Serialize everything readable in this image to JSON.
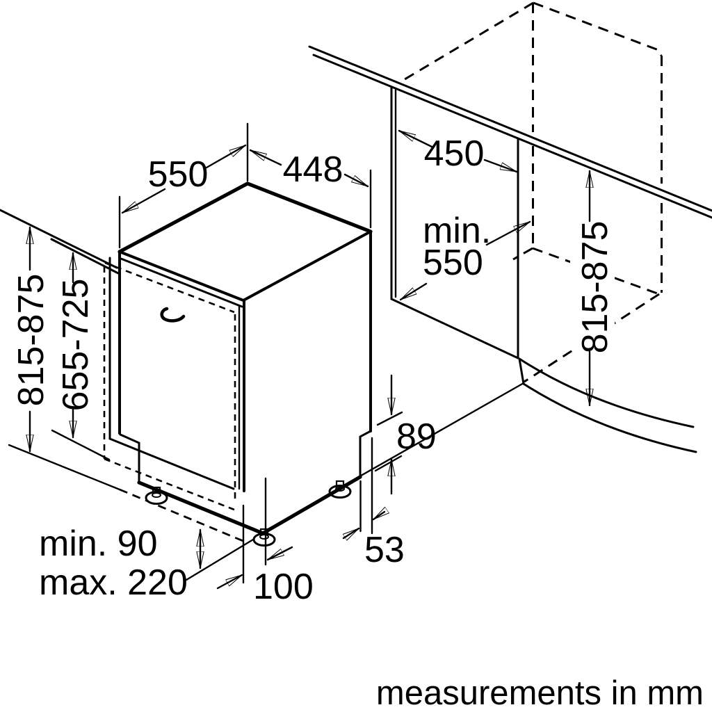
{
  "diagram": {
    "footer": "measurements in mm",
    "ink": "#000000",
    "labels": {
      "top_depth": "550",
      "top_width": "448",
      "niche_width": "450",
      "niche_depth_word": "min.",
      "niche_depth_value": "550",
      "appliance_height": "815-875",
      "door_panel_height": "655-725",
      "niche_height": "815-875",
      "base_step_height": "89",
      "base_recess_depth": "53",
      "foot_offset": "100",
      "plinth_min": "min. 90",
      "plinth_max": "max. 220"
    }
  }
}
